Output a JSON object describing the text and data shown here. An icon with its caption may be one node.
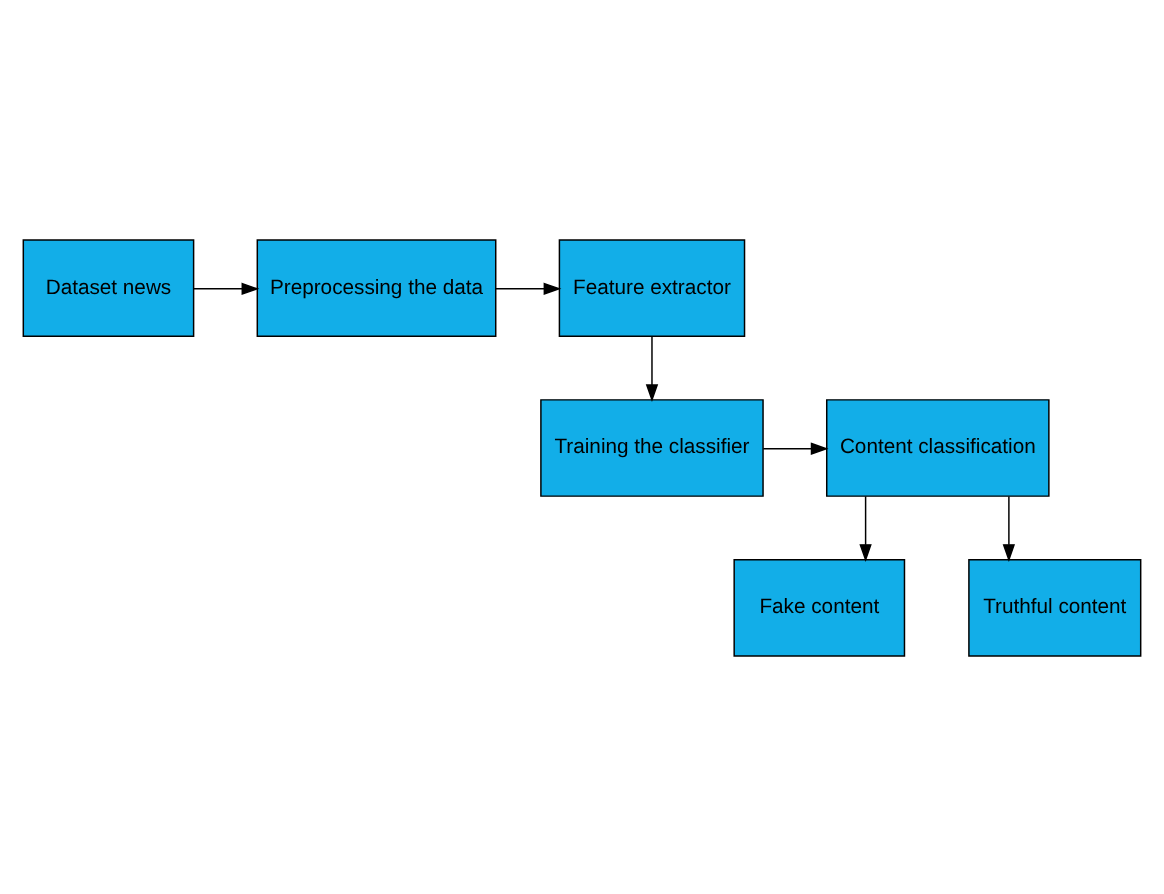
{
  "diagram": {
    "nodes": [
      {
        "text": [
          "Dataset news"
        ]
      },
      {
        "text": [
          "Preprocessing the data"
        ]
      },
      {
        "text": [
          "Feature extractor"
        ]
      },
      {
        "text": [
          "Training the classifier"
        ]
      },
      {
        "text": [
          "Content classification"
        ]
      },
      {
        "text": [
          "Fake content"
        ]
      },
      {
        "text": [
          "Truthful content"
        ]
      }
    ],
    "edges": [
      {
        "from": 0,
        "to": 1,
        "arrow": "to"
      },
      {
        "from": 1,
        "to": 2,
        "arrow": "to"
      },
      {
        "from": 2,
        "to": 3,
        "arrow": "to"
      },
      {
        "from": 3,
        "to": 4,
        "arrow": "to"
      },
      {
        "from": 4,
        "to": 5,
        "arrow": "to"
      },
      {
        "from": 4,
        "to": 6,
        "arrow": "to"
      }
    ]
  }
}
